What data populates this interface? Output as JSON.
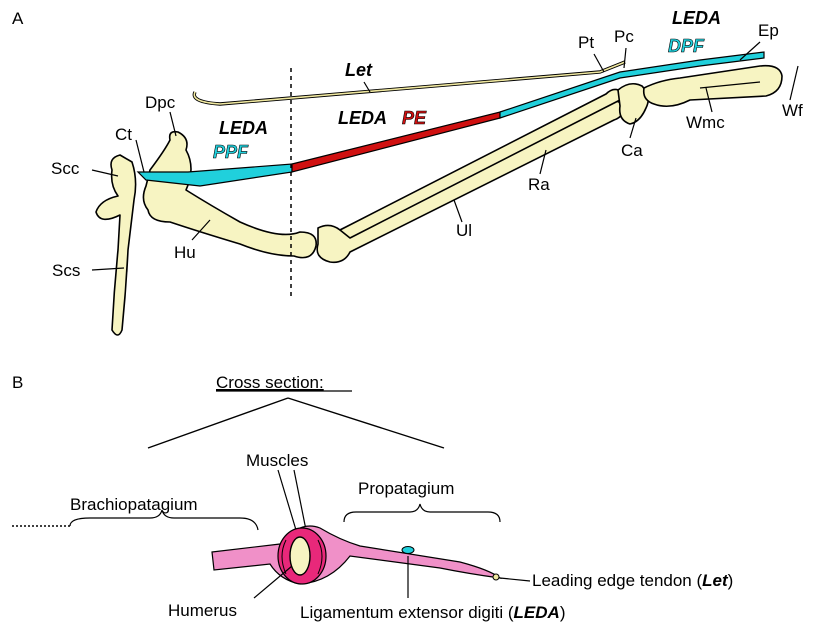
{
  "panel_a": {
    "letter": "A",
    "labels": {
      "scc": "Scc",
      "ct": "Ct",
      "dpc": "Dpc",
      "scs": "Scs",
      "hu": "Hu",
      "ul": "Ul",
      "ra": "Ra",
      "ca": "Ca",
      "pt": "Pt",
      "pc": "Pc",
      "wmc": "Wmc",
      "wf": "Wf",
      "ep": "Ep",
      "let": "Let"
    },
    "leda_labels": {
      "proximal": "LEDA",
      "mid": "LEDA",
      "distal": "LEDA",
      "ppf": "PPF",
      "pe": "PE",
      "dpf": "DPF"
    },
    "colors": {
      "bone": "#f7f4c2",
      "ligament_cyan": "#20d0dc",
      "ligament_red": "#d01010",
      "tendon_yellow": "#f0e8a0"
    }
  },
  "panel_b": {
    "letter": "B",
    "title": "Cross section:",
    "muscles": "Muscles",
    "brachiopatagium": "Brachiopatagium",
    "propatagium": "Propatagium",
    "humerus": "Humerus",
    "leda_prefix": "Ligamentum extensor digiti (",
    "leda_abbr": "LEDA",
    "leda_suffix": ")",
    "let_prefix": "Leading edge tendon (",
    "let_abbr": "Let",
    "let_suffix": ")",
    "colors": {
      "membrane": "#f090c8",
      "muscle": "#e8287a",
      "bone": "#f7f4c2"
    }
  }
}
